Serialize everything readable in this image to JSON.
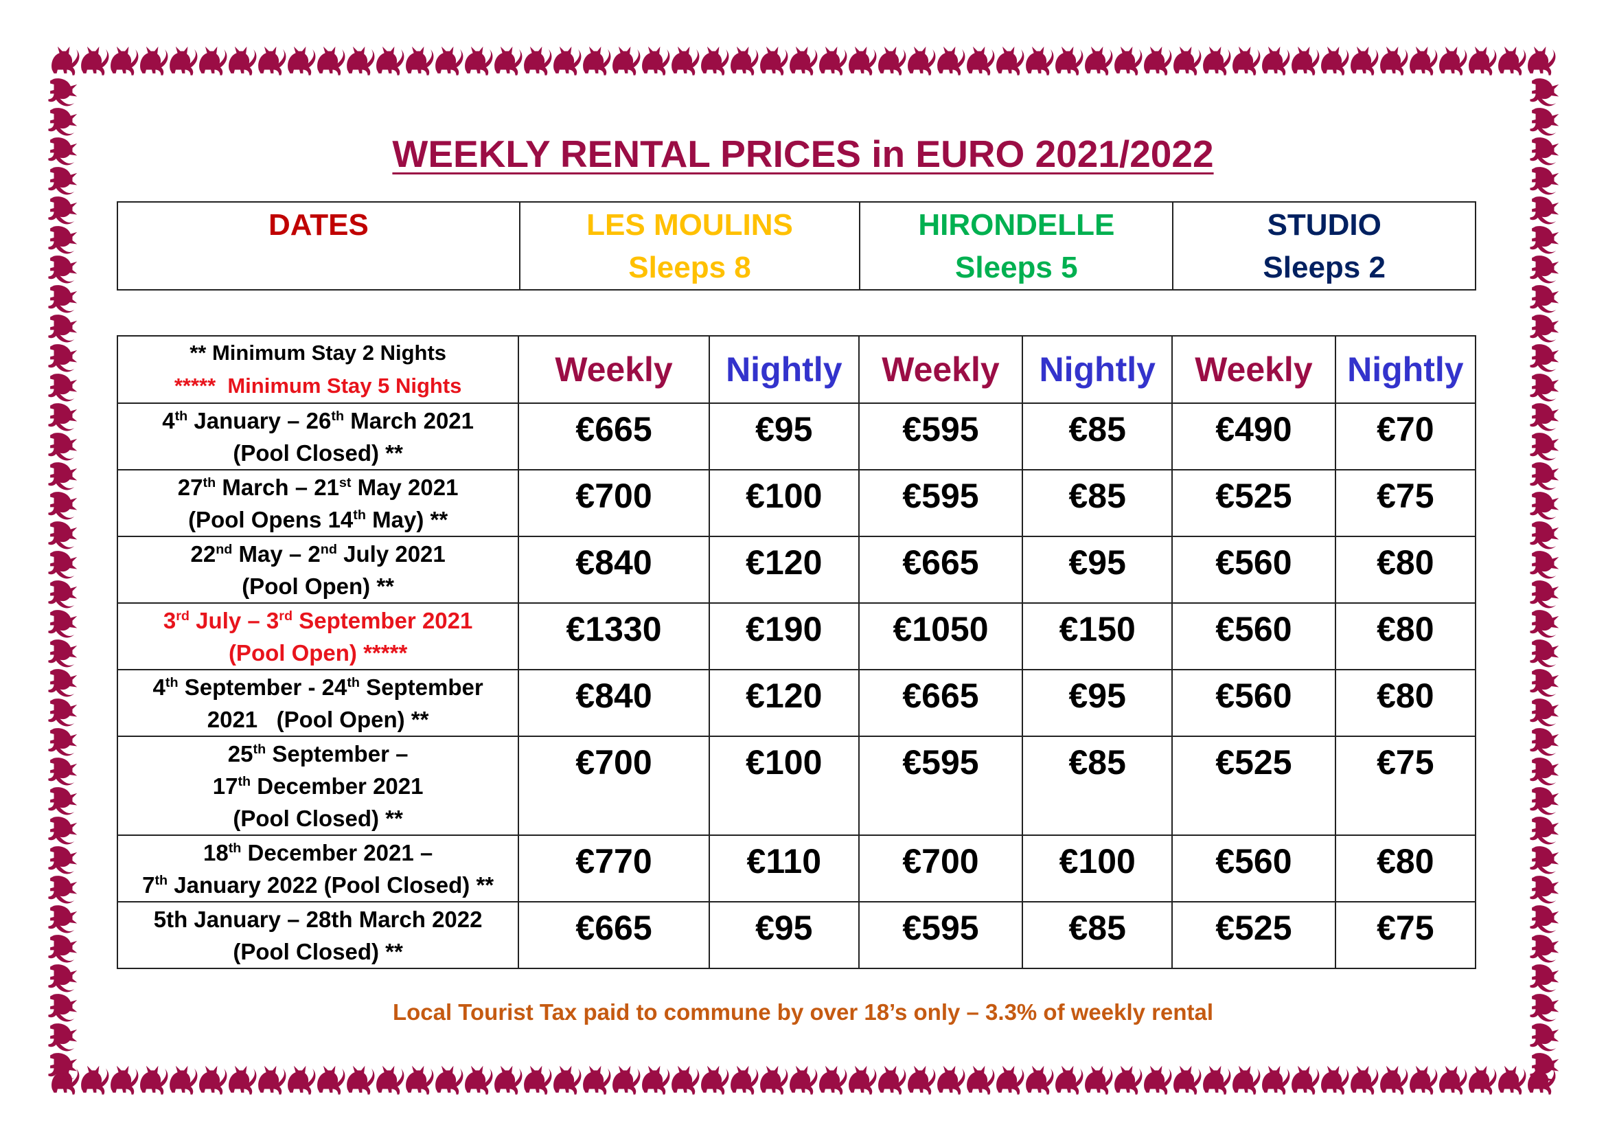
{
  "colors": {
    "title": "#9b0d45",
    "dates": "#c00000",
    "les_moulins": "#ffc000",
    "hirondelle": "#00b050",
    "studio": "#002060",
    "weekly": "#9b0d45",
    "nightly": "#3333cc",
    "highlight": "#e8141c",
    "footer": "#c55a11",
    "border_cats": "#9b0d45"
  },
  "title": "WEEKLY RENTAL PRICES in EURO 2021/2022",
  "properties_header": {
    "dates": "DATES",
    "properties": [
      {
        "name": "LES MOULINS",
        "sleeps": "Sleeps 8"
      },
      {
        "name": "HIRONDELLE",
        "sleeps": "Sleeps 5"
      },
      {
        "name": "STUDIO",
        "sleeps": "Sleeps 2"
      }
    ]
  },
  "prices": {
    "min_stay_note_1": "** Minimum Stay 2 Nights",
    "min_stay_note_2": "*****  Minimum Stay 5 Nights",
    "columns": [
      "Weekly",
      "Nightly",
      "Weekly",
      "Nightly",
      "Weekly",
      "Nightly"
    ],
    "rows": [
      {
        "values": [
          "€665",
          "€95",
          "€595",
          "€85",
          "€490",
          "€70"
        ]
      },
      {
        "values": [
          "€700",
          "€100",
          "€595",
          "€85",
          "€525",
          "€75"
        ]
      },
      {
        "values": [
          "€840",
          "€120",
          "€665",
          "€95",
          "€560",
          "€80"
        ]
      },
      {
        "values": [
          "€1330",
          "€190",
          "€1050",
          "€150",
          "€560",
          "€80"
        ]
      },
      {
        "values": [
          "€840",
          "€120",
          "€665",
          "€95",
          "€560",
          "€80"
        ]
      },
      {
        "values": [
          "€700",
          "€100",
          "€595",
          "€85",
          "€525",
          "€75"
        ]
      },
      {
        "values": [
          "€770",
          "€110",
          "€700",
          "€100",
          "€560",
          "€80"
        ]
      },
      {
        "values": [
          "€665",
          "€95",
          "€595",
          "€85",
          "€525",
          "€75"
        ]
      }
    ],
    "dates": {
      "r1": {
        "a": "4",
        "a_sup": "th",
        "b": " January – 26",
        "b_sup": "th",
        "c": " March 2021",
        "line2": "(Pool Closed) **"
      },
      "r2": {
        "a": "27",
        "a_sup": "th",
        "b": " March – 21",
        "b_sup": "st",
        "c": " May 2021",
        "line2a": "(Pool Opens 14",
        "line2_sup": "th",
        "line2b": " May) **"
      },
      "r3": {
        "a": "22",
        "a_sup": "nd",
        "b": " May – 2",
        "b_sup": "nd",
        "c": " July 2021",
        "line2": "(Pool Open) **"
      },
      "r4": {
        "a": "3",
        "a_sup": "rd",
        "b": " July – 3",
        "b_sup": "rd",
        "c": " September 2021",
        "line2": "(Pool Open) *****"
      },
      "r5": {
        "a": "4",
        "a_sup": "th",
        "b": " September - 24",
        "b_sup": "th",
        "c": " September",
        "line2": "2021   (Pool Open) **"
      },
      "r6": {
        "a": "25",
        "a_sup": "th",
        "b": " September –",
        "l2a": "17",
        "l2_sup": "th",
        "l2b": " December 2021",
        "line3": "(Pool Closed) **"
      },
      "r7": {
        "a": "18",
        "a_sup": "th",
        "b": " December 2021 –",
        "l2a": "7",
        "l2_sup": "th",
        "l2b": " January 2022 (Pool Closed) **"
      },
      "r8": {
        "line1": "5th January – 28th March 2022",
        "line2": "(Pool Closed) **"
      }
    }
  },
  "footer": "Local Tourist Tax paid to commune by over 18’s only – 3.3% of weekly rental"
}
